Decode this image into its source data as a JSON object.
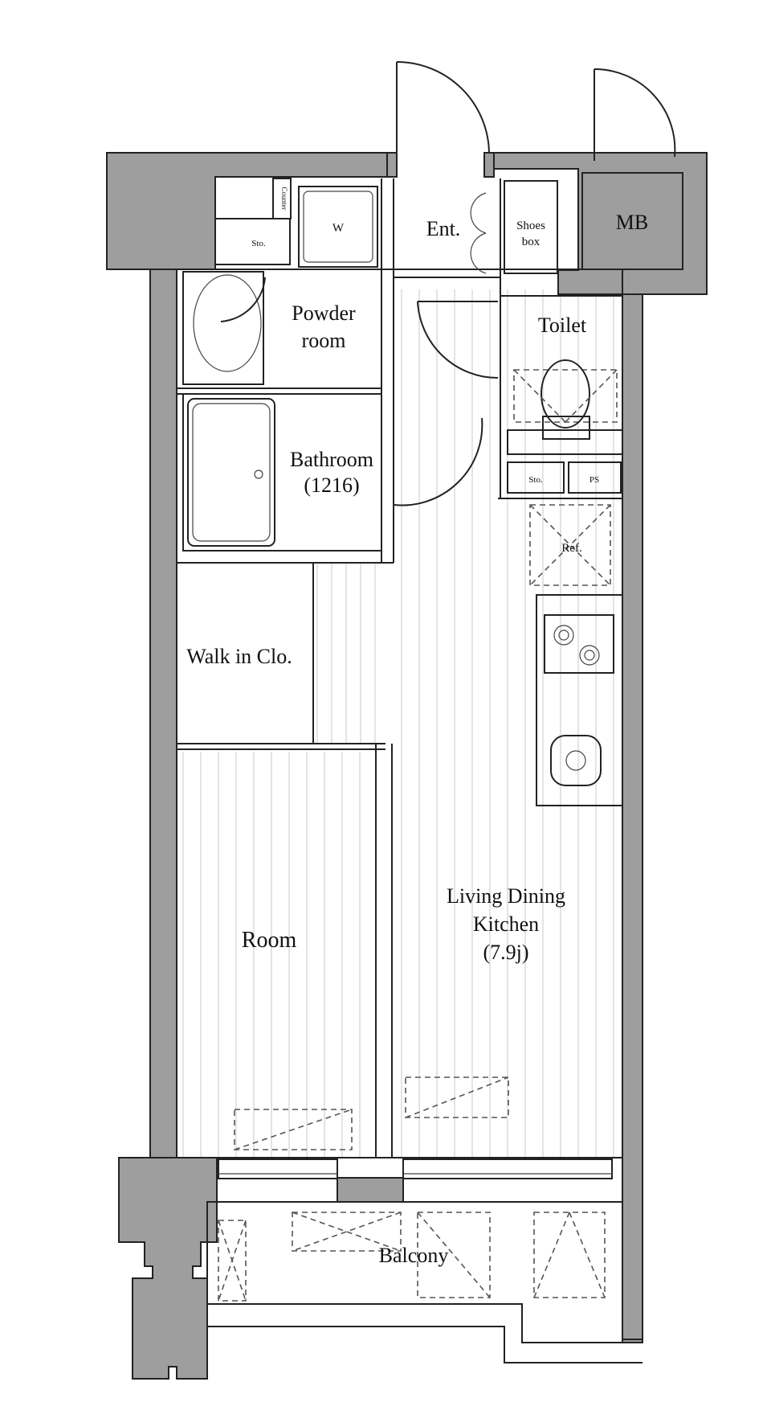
{
  "labels": {
    "sto_top": "Sto.",
    "counter": "Counter",
    "w": "W",
    "ent": "Ent.",
    "shoes_line1": "Shoes",
    "shoes_line2": "box",
    "mb": "MB",
    "powder_line1": "Powder",
    "powder_line2": "room",
    "toilet": "Toilet",
    "bath_line1": "Bathroom",
    "bath_line2": "(1216)",
    "sto_mid": "Sto.",
    "ps": "PS",
    "ref": "Ref.",
    "walkin": "Walk in Clo.",
    "ldk_line1": "Living Dining",
    "ldk_line2": "Kitchen",
    "ldk_line3": "(7.9j)",
    "room": "Room",
    "balcony": "Balcony"
  },
  "colors": {
    "wall": "#9e9e9e",
    "line": "#222222",
    "floor_lines": "#c8c8c8"
  }
}
